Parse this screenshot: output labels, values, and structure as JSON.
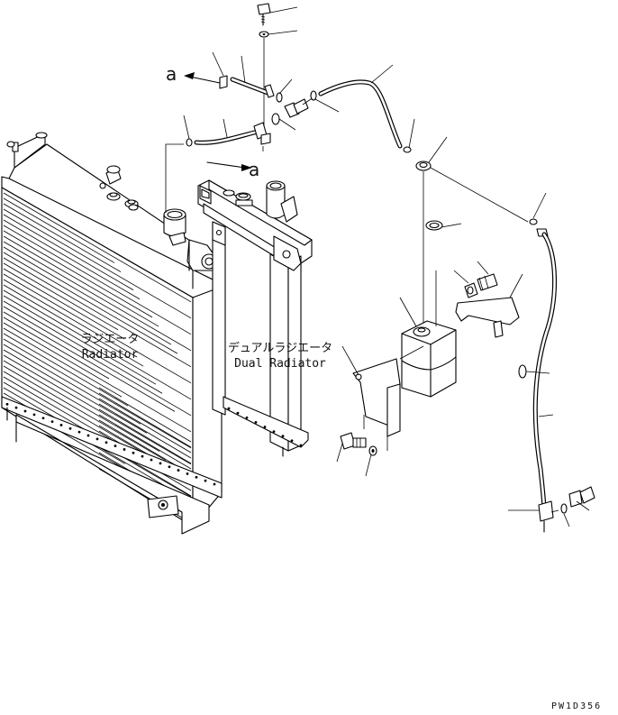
{
  "labels": {
    "radiator_jp": "ラジエータ",
    "radiator_en": "Radiator",
    "dual_radiator_jp": "デュアルラジエータ",
    "dual_radiator_en": "Dual Radiator",
    "arrow_letter": "a",
    "drawing_number": "PW1D356"
  }
}
